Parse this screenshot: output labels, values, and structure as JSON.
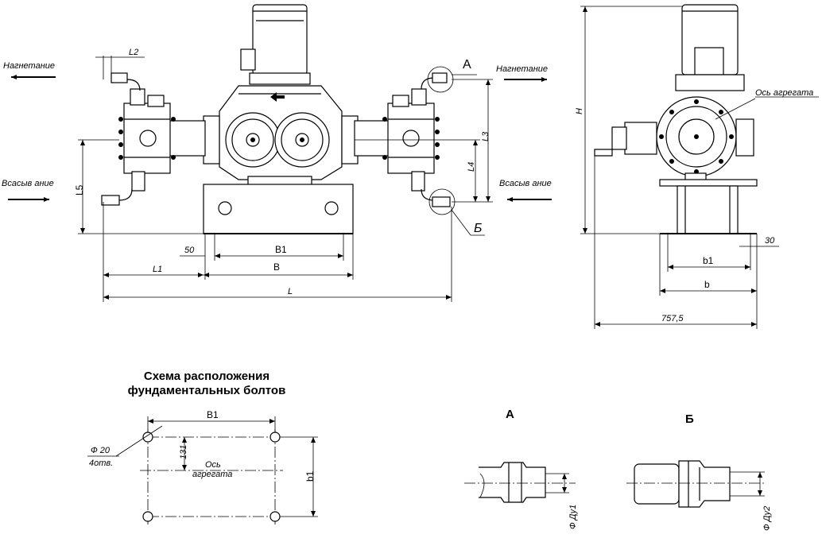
{
  "front_view": {
    "discharge_left": "Нагнетание",
    "discharge_right": "Нагнетание",
    "suction_left": "Всасыв ание",
    "suction_right": "Всасыв ание",
    "callout_a": "А",
    "callout_b": "Б",
    "dims": {
      "L2": "L2",
      "L5": "L5",
      "L3": "L3",
      "L4": "L4",
      "d50": "50",
      "B1": "B1",
      "L1": "L1",
      "B": "B",
      "L": "L"
    }
  },
  "side_view": {
    "axis_label": "Ось агрегата",
    "dims": {
      "H": "H",
      "d30": "30",
      "b1": "b1",
      "b": "b",
      "d757": "757,5"
    }
  },
  "bolt_scheme": {
    "title_line1": "Схема расположения",
    "title_line2": "фундаментальных болтов",
    "B1": "B1",
    "d131": "131",
    "b1": "b1",
    "diam": "Ф 20",
    "holes": "4отв.",
    "axis_line1": "Ось",
    "axis_line2": "агрегата"
  },
  "detail_a": {
    "title": "А",
    "dim": "Ф Ду1"
  },
  "detail_b": {
    "title": "Б",
    "dim": "Ф Ду2"
  }
}
